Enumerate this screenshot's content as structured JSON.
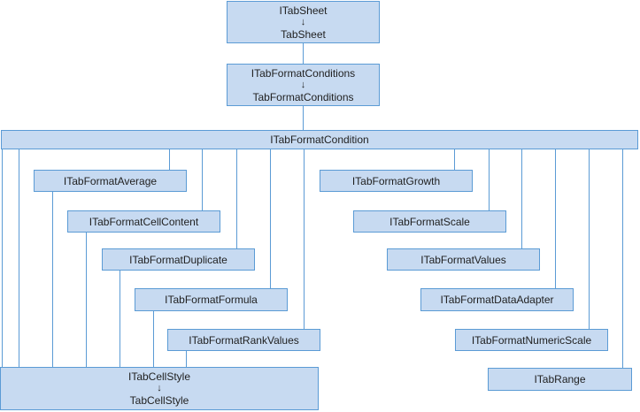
{
  "colors": {
    "box_fill": "#c7daf1",
    "box_border": "#5b9bd5",
    "connector": "#5b9bd5",
    "text": "#1f1f1f",
    "background": "#ffffff"
  },
  "nodes": {
    "tabsheet": {
      "interface": "ITabSheet",
      "arrow": "↓",
      "class": "TabSheet"
    },
    "tabformatconditions": {
      "interface": "ITabFormatConditions",
      "arrow": "↓",
      "class": "TabFormatConditions"
    },
    "tabformatcondition": {
      "label": "ITabFormatCondition"
    },
    "average": {
      "label": "ITabFormatAverage"
    },
    "cellcontent": {
      "label": "ITabFormatCellContent"
    },
    "duplicate": {
      "label": "ITabFormatDuplicate"
    },
    "formula": {
      "label": "ITabFormatFormula"
    },
    "rankvalues": {
      "label": "ITabFormatRankValues"
    },
    "growth": {
      "label": "ITabFormatGrowth"
    },
    "scale": {
      "label": "ITabFormatScale"
    },
    "values": {
      "label": "ITabFormatValues"
    },
    "dataadapter": {
      "label": "ITabFormatDataAdapter"
    },
    "numericscale": {
      "label": "ITabFormatNumericScale"
    },
    "range": {
      "label": "ITabRange"
    },
    "cellstyle": {
      "interface": "ITabCellStyle",
      "arrow": "↓",
      "class": "TabCellStyle"
    }
  }
}
